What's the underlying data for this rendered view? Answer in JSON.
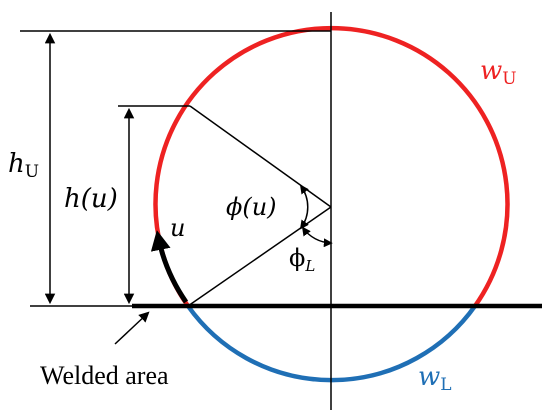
{
  "labels": {
    "h_upper": {
      "main": "h",
      "sub": "U"
    },
    "h_of_u": "h(u)",
    "phi_of_u": "ϕ(u)",
    "phi_lower": {
      "main": "ϕ",
      "sub": "L"
    },
    "arc_param": "u",
    "w_upper": {
      "main": "w",
      "sub": "U"
    },
    "w_lower": {
      "main": "w",
      "sub": "L"
    },
    "welded_area": "Welded area"
  },
  "colors": {
    "upper_arc": "#ee2222",
    "lower_arc": "#1f6fb5",
    "lines": "#000000",
    "background": "#ffffff"
  }
}
